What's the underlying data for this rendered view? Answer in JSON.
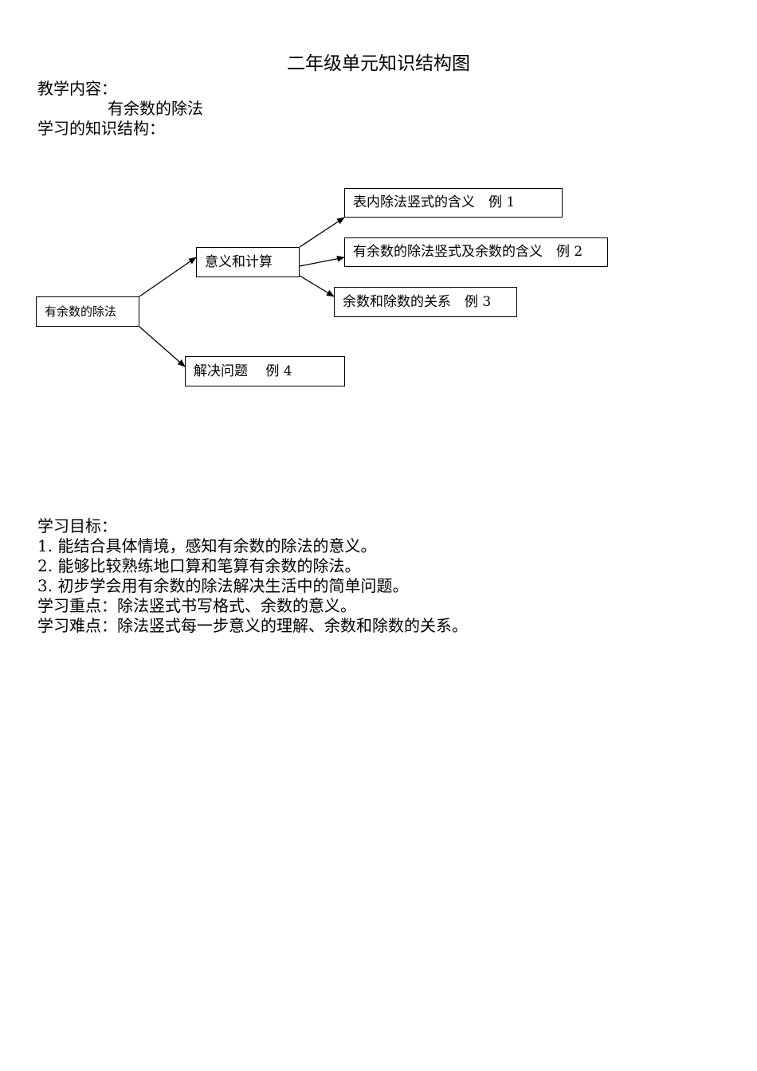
{
  "title": "二年级单元知识结构图",
  "content_label": "教学内容：",
  "content_value": "有余数的除法",
  "structure_label": "学习的知识结构：",
  "diagram": {
    "root": "有余数的除法",
    "meaning": "意义和计算",
    "solve": "解决问题　 例 4",
    "leaf1": "表内除法竖式的含义　例 1",
    "leaf2": "有余数的除法竖式及余数的含义　例 2",
    "leaf3": "余数和除数的关系　例 3"
  },
  "goals_label": "学习目标：",
  "goals": [
    "1. 能结合具体情境，感知有余数的除法的意义。",
    "2. 能够比较熟练地口算和笔算有余数的除法。",
    "3. 初步学会用有余数的除法解决生活中的简单问题。"
  ],
  "key_points": "学习重点：除法竖式书写格式、余数的意义。",
  "difficulties": "学习难点：除法竖式每一步意义的理解、余数和除数的关系。"
}
